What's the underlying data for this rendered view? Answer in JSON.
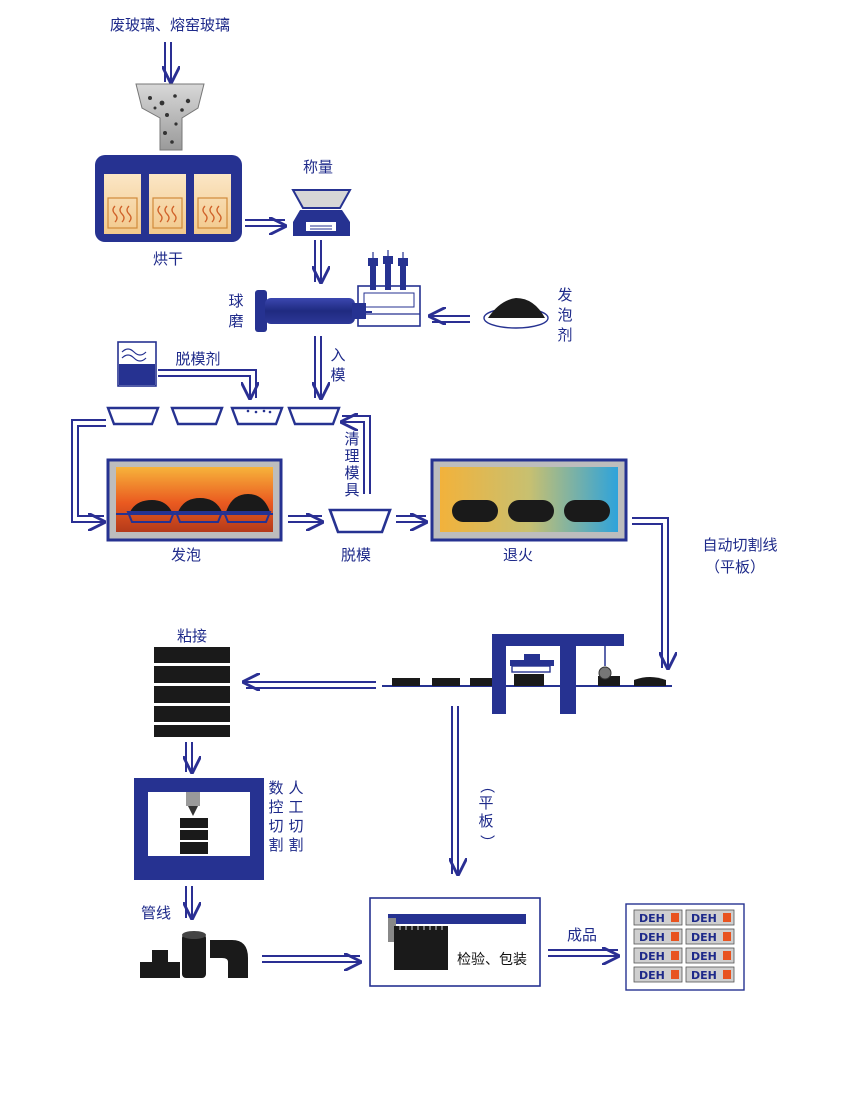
{
  "labels": {
    "input": "废玻璃、熔窑玻璃",
    "weigh": "称量",
    "dry": "烘干",
    "ball_mill_1": "球",
    "ball_mill_2": "磨",
    "foaming_agent_1": "发",
    "foaming_agent_2": "泡",
    "foaming_agent_3": "剂",
    "release_agent": "脱模剂",
    "into_mold_1": "入",
    "into_mold_2": "模",
    "clean_mold_1": "清",
    "clean_mold_2": "理",
    "clean_mold_3": "模",
    "clean_mold_4": "具",
    "foam": "发泡",
    "demold": "脱模",
    "anneal": "退火",
    "auto_cut_line": "自动切割线",
    "flat_plate": "（平板）",
    "bond": "粘接",
    "cnc_1": "数",
    "cnc_2": "控",
    "cnc_3": "切",
    "cnc_4": "割",
    "manual_1": "人",
    "manual_2": "工",
    "manual_3": "切",
    "manual_4": "割",
    "pipe": "管线",
    "plate_v_1": "（",
    "plate_v_2": "平",
    "plate_v_3": "板",
    "plate_v_4": "）",
    "inspect_pack": "检验、包装",
    "product": "成品"
  },
  "product_boxes": [
    {
      "brand": "DEH"
    },
    {
      "brand": "DEH"
    },
    {
      "brand": "DEH"
    },
    {
      "brand": "DEH"
    },
    {
      "brand": "DEH"
    },
    {
      "brand": "DEH"
    },
    {
      "brand": "DEH"
    },
    {
      "brand": "DEH"
    }
  ],
  "colors": {
    "navy": "#263291",
    "arrow": "#2a2f93",
    "label": "#1e2a8a",
    "dark": "#1a1a1a",
    "furnace_hot": "#e8531f",
    "furnace_warm": "#f2a93b",
    "anneal_warm": "#f0b43a",
    "anneal_cool": "#3aa6d8",
    "dryer_fill": "#f6d7a6"
  }
}
